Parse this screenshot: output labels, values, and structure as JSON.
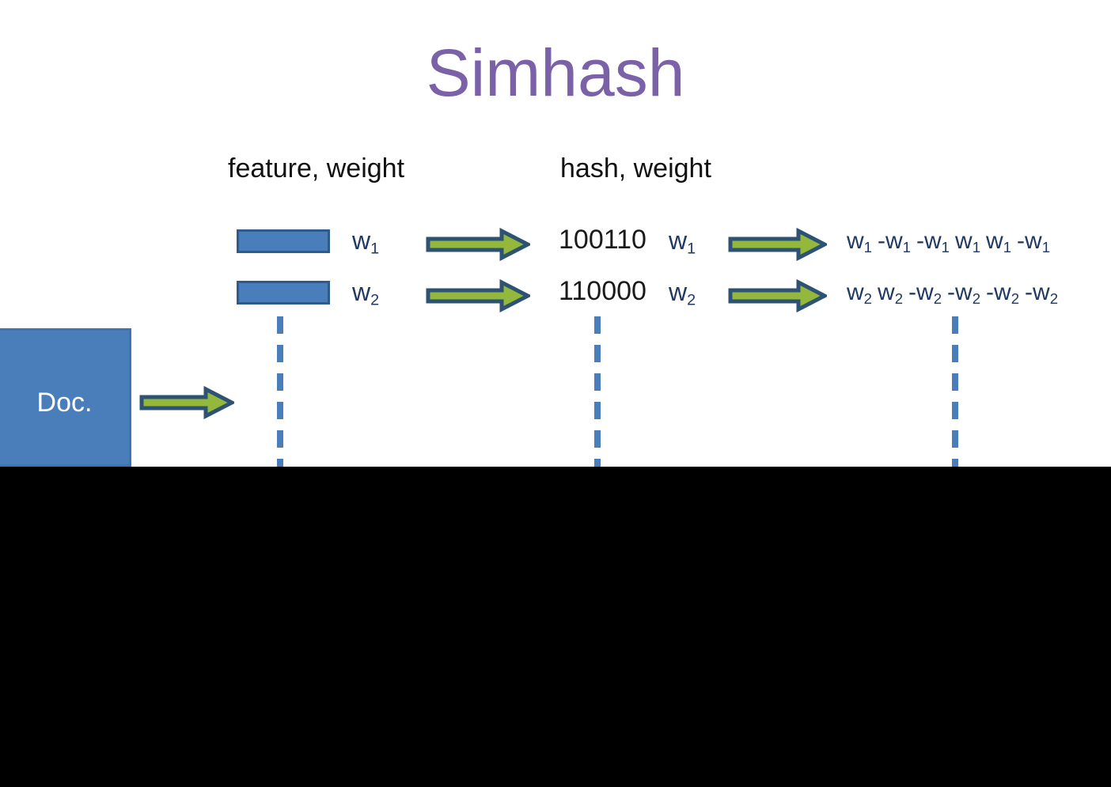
{
  "slide": {
    "title": "Simhash",
    "title_color": "#7a61a8",
    "background": "#ffffff"
  },
  "columns": {
    "feature_header": "feature, weight",
    "hash_header": "hash, weight"
  },
  "doc": {
    "label": "Doc.",
    "fill_color": "#4a7ebb",
    "text_color": "#ffffff"
  },
  "icons": {
    "arrow_doc": "right-block-arrow-icon",
    "arrow_feature_1": "right-block-arrow-icon",
    "arrow_feature_2": "right-block-arrow-icon",
    "arrow_hash_1": "right-block-arrow-icon",
    "arrow_hash_2": "right-block-arrow-icon",
    "arrow_fill": "#93b83c",
    "arrow_stroke": "#2e5272"
  },
  "rows": [
    {
      "feature_bar_color": "#4a7ebb",
      "feature_weight": "w",
      "feature_weight_sub": "1",
      "hash": "100110",
      "hash_weight": "w",
      "hash_weight_sub": "1",
      "signed_terms": [
        {
          "sign": "",
          "w": "w",
          "sub": "1"
        },
        {
          "sign": "-",
          "w": "w",
          "sub": "1"
        },
        {
          "sign": "-",
          "w": "w",
          "sub": "1"
        },
        {
          "sign": "",
          "w": "w",
          "sub": "1"
        },
        {
          "sign": "",
          "w": "w",
          "sub": "1"
        },
        {
          "sign": "-",
          "w": "w",
          "sub": "1"
        }
      ]
    },
    {
      "feature_bar_color": "#4a7ebb",
      "feature_weight": "w",
      "feature_weight_sub": "2",
      "hash": "110000",
      "hash_weight": "w",
      "hash_weight_sub": "2",
      "signed_terms": [
        {
          "sign": "",
          "w": "w",
          "sub": "2"
        },
        {
          "sign": "",
          "w": "w",
          "sub": "2"
        },
        {
          "sign": "-",
          "w": "w",
          "sub": "2"
        },
        {
          "sign": "-",
          "w": "w",
          "sub": "2"
        },
        {
          "sign": "-",
          "w": "w",
          "sub": "2"
        },
        {
          "sign": "-",
          "w": "w",
          "sub": "2"
        }
      ]
    }
  ],
  "separators": {
    "count": 3,
    "color": "#4a7ebb",
    "style": "dashed-vertical"
  }
}
